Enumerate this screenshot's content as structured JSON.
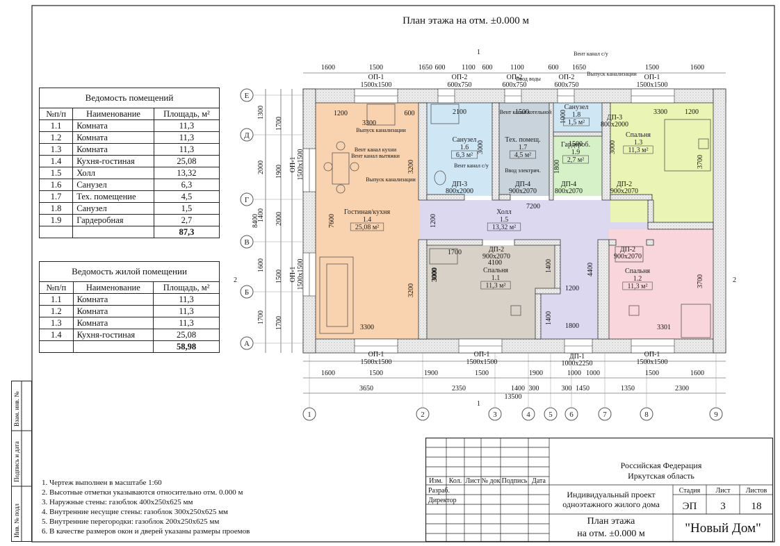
{
  "title": "План этажа на отм. ±0.000 м",
  "rooms_table": {
    "caption": "Ведомость помещений",
    "headers": [
      "№п/п",
      "Наименование",
      "Площадь, м²"
    ],
    "rows": [
      [
        "1.1",
        "Комната",
        "11,3"
      ],
      [
        "1.2",
        "Комната",
        "11,3"
      ],
      [
        "1.3",
        "Комната",
        "11,3"
      ],
      [
        "1.4",
        "Кухня-гостиная",
        "25,08"
      ],
      [
        "1.5",
        "Холл",
        "13,32"
      ],
      [
        "1.6",
        "Санузел",
        "6,3"
      ],
      [
        "1.7",
        "Тех. помещение",
        "4,5"
      ],
      [
        "1.8",
        "Санузел",
        "1,5"
      ],
      [
        "1.9",
        "Гардеробная",
        "2,7"
      ]
    ],
    "total": "87,3"
  },
  "living_table": {
    "caption": "Ведомость жилой помещении",
    "headers": [
      "№п/п",
      "Наименование",
      "Площадь, м²"
    ],
    "rows": [
      [
        "1.1",
        "Комната",
        "11,3"
      ],
      [
        "1.2",
        "Комната",
        "11,3"
      ],
      [
        "1.3",
        "Комната",
        "11,3"
      ],
      [
        "1.4",
        "Кухня-гостиная",
        "25,08"
      ]
    ],
    "total": "58,98"
  },
  "notes": [
    "1.  Чертеж выполнен в масштабе 1:60",
    "2.  Высотные отметки указываются относительно отм. 0.000 м",
    "3.  Наружные стены: газоблок 400х250х625 мм",
    "4.  Внутренние несущие стены: газоблок 300х250х625 мм",
    "5.  Внутренние перегородки: газоблок 200х250х625 мм",
    "6.  В качестве размеров окон и дверей указаны размеры проемов"
  ],
  "side_stamp": [
    "Взам. инв. №",
    "Подпись и дата",
    "Инв. № подл"
  ],
  "stamp": {
    "col_headers": [
      "Изм.",
      "Кол.",
      "Лист",
      "№ док",
      "Подпись",
      "Дата"
    ],
    "roles": [
      "Разраб.",
      "Директор"
    ],
    "org1": "Российская Федерация",
    "org2": "Иркутская область",
    "project1": "Индивидуальный проект",
    "project2": "одноэтажного жилого дома",
    "stage_label": "Стадия",
    "sheet_label": "Лист",
    "sheets_label": "Листов",
    "stage": "ЭП",
    "sheet": "3",
    "sheets": "18",
    "drawing1": "План этажа",
    "drawing2": "на отм. ±0.000 м",
    "company": "\"Новый Дом\""
  },
  "plan": {
    "rooms": [
      {
        "name": "Гостиная/кухня",
        "num": "1.4",
        "area": "25,08 м²",
        "color": "#f9d3b0"
      },
      {
        "name": "Холл",
        "num": "1.5",
        "area": "13,32 м²",
        "color": "#dcd8f0"
      },
      {
        "name": "Санузел",
        "num": "1.6",
        "area": "6,3 м²",
        "color": "#cfe6f5"
      },
      {
        "name": "Тех. помещ.",
        "num": "1.7",
        "area": "4,5 м²",
        "color": "#c8d3db"
      },
      {
        "name": "Санузел",
        "num": "1.8",
        "area": "1,5 м²",
        "color": "#cfe6f5"
      },
      {
        "name": "Гардероб.",
        "num": "1.9",
        "area": "2,7 м²",
        "color": "#d6f0c8"
      },
      {
        "name": "Спальня",
        "num": "1.3",
        "area": "11,3 м²",
        "color": "#eaf5b5"
      },
      {
        "name": "Спальня",
        "num": "1.1",
        "area": "11,3 м²",
        "color": "#d8d1c8"
      },
      {
        "name": "Спальня",
        "num": "1.2",
        "area": "11,3 м²",
        "color": "#f9d6dc"
      }
    ],
    "row_axes": [
      "Е",
      "Д",
      "Г",
      "В",
      "Б",
      "А"
    ],
    "col_axes": [
      "1",
      "2",
      "3",
      "4",
      "5",
      "6",
      "7",
      "8",
      "9"
    ],
    "top_dims": [
      "1600",
      "1500",
      "1650",
      "600",
      "1100",
      "600",
      "1100",
      "600",
      "1650",
      "1500",
      "1600"
    ],
    "bottom_dims1": [
      "1600",
      "1500",
      "1900",
      "1500",
      "1900",
      "1000",
      "1000",
      "1500",
      "1600"
    ],
    "bottom_dims2": [
      "3650",
      "2350",
      "1400",
      "300",
      "300",
      "1450",
      "1350",
      "2300"
    ],
    "overall": "13500",
    "left_dims": [
      "1300",
      "1700",
      "2000",
      "1900",
      "1400",
      "2000",
      "1600",
      "1500",
      "1700",
      "1700"
    ],
    "left_total": "8400",
    "windows": [
      {
        "label": "ОП-1",
        "size": "1500х1500"
      },
      {
        "label": "ОП-2",
        "size": "600х750"
      },
      {
        "label": "ОП-2",
        "size": "600х750"
      },
      {
        "label": "ОП-2",
        "size": "600х750"
      },
      {
        "label": "ОП-1",
        "size": "1500х1500"
      },
      {
        "label": "ОП-1",
        "size": "1500х1500"
      },
      {
        "label": "ОП-1",
        "size": "1500х1500"
      },
      {
        "label": "ОП-1",
        "size": "1500х1500"
      },
      {
        "label": "ОП-1",
        "size": "1500х1500"
      },
      {
        "label": "ОП-1",
        "size": "1500х1500"
      }
    ],
    "doors": [
      {
        "label": "ДП-3",
        "size": "800х2000"
      },
      {
        "label": "ДП-4",
        "size": "900х2070"
      },
      {
        "label": "ДП-4",
        "size": "800х2070"
      },
      {
        "label": "ДП-2",
        "size": "900х2070"
      },
      {
        "label": "ДП-3",
        "size": "800х2000"
      },
      {
        "label": "ДП-2",
        "size": "900х2070"
      },
      {
        "label": "ДП-2",
        "size": "900х2070"
      },
      {
        "label": "ДП-1",
        "size": "1000х2250"
      }
    ],
    "notes_in_plan": [
      "Выпуск канализации",
      "Вент канал кухни",
      "Вент канал вытяжки",
      "Выпуск канализации",
      "Вент канал с/у",
      "Вент канал котельной",
      "Ввод электрич.",
      "Вент канал с/у",
      "Выпуск канализации",
      "Ввод воды"
    ],
    "inner_dims": [
      "3300",
      "1200",
      "600",
      "3200",
      "7600",
      "3200",
      "3300",
      "2100",
      "3000",
      "1500",
      "3000",
      "1000",
      "1500",
      "1800",
      "3300",
      "1200",
      "3000",
      "3700",
      "7200",
      "1200",
      "1700",
      "4100",
      "3000",
      "1400",
      "1200",
      "1400",
      "1800",
      "4400",
      "3700",
      "3301"
    ],
    "section_marks": [
      "1",
      "1",
      "2",
      "2"
    ]
  }
}
